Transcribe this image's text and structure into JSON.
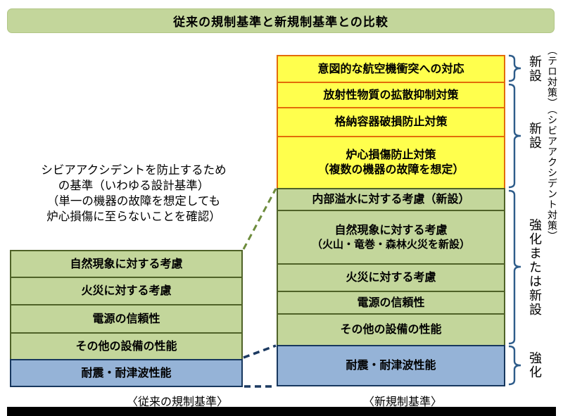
{
  "title": "従来の規制基準と新規制基準との比較",
  "note": {
    "lines": [
      "シビアアクシデントを防止するため",
      "の基準（いわゆる設計基準）",
      "（単一の機器の故障を想定しても",
      "炉心損傷に至らないことを確認）"
    ]
  },
  "old_column": {
    "label": "〈従来の規制基準〉",
    "boxes": [
      {
        "text": "自然現象に対する考慮",
        "type": "green"
      },
      {
        "text": "火災に対する考慮",
        "type": "green"
      },
      {
        "text": "電源の信頼性",
        "type": "green"
      },
      {
        "text": "その他の設備の性能",
        "type": "green"
      },
      {
        "text": "耐震・耐津波性能",
        "type": "blue"
      }
    ]
  },
  "new_column": {
    "label": "〈新規制基準〉",
    "boxes": [
      {
        "text": "意図的な航空機衝突への対応",
        "type": "yellow"
      },
      {
        "text": "放射性物質の拡散抑制対策",
        "type": "yellow"
      },
      {
        "text": "格納容器破損防止対策",
        "type": "yellow"
      },
      {
        "line1": "炉心損傷防止対策",
        "line2": "（複数の機器の故障を想定）",
        "type": "yellow"
      },
      {
        "text": "内部溢水に対する考慮（新設）",
        "type": "green"
      },
      {
        "line1": "自然現象に対する考慮",
        "line2": "（火山・竜巻・森林火災を新設）",
        "type": "green"
      },
      {
        "text": "火災に対する考慮",
        "type": "green"
      },
      {
        "text": "電源の信頼性",
        "type": "green"
      },
      {
        "text": "その他の設備の性能",
        "type": "green"
      },
      {
        "text": "耐震・耐津波性能",
        "type": "blue"
      }
    ]
  },
  "annotations": {
    "terror": "（テロ対策）",
    "terror_status": "新設",
    "severe_accident": "（シビアアクシデント対策）",
    "severe_accident_status": "新設",
    "strengthen_or_new": "強化または新設",
    "strengthen": "強化"
  },
  "colors": {
    "title_bg": "#c3d69b",
    "green_box_bg": "#c3d69b",
    "green_box_border": "#4f6228",
    "yellow_box_bg": "#ffff4d",
    "yellow_box_border": "#e36c09",
    "blue_box_bg": "#95b3d7",
    "blue_box_border": "#17375e",
    "brace": "#2e5c8a",
    "green_dash": "#6d8c3c",
    "blue_dash": "#1c3a61"
  }
}
